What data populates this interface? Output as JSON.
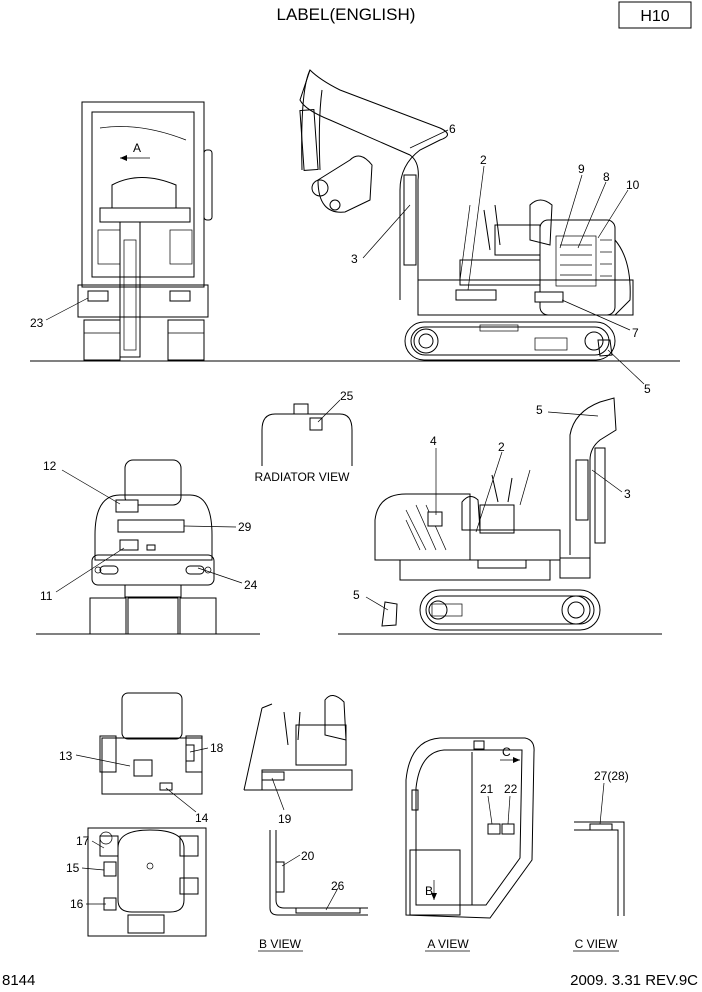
{
  "header": {
    "title": "LABEL(ENGLISH)",
    "sheet_code": "H10"
  },
  "footer": {
    "drawing_number": "8144",
    "date_revision": "2009. 3.31 REV.9C"
  },
  "view_labels": {
    "radiator": "RADIATOR VIEW",
    "b_view": "B VIEW",
    "a_view": "A VIEW",
    "c_view": "C VIEW"
  },
  "arrow_labels": {
    "a": "A",
    "b": "B",
    "c": "C"
  },
  "callouts": {
    "c2": "2",
    "c3": "3",
    "c4": "4",
    "c5": "5",
    "c6": "6",
    "c7": "7",
    "c8": "8",
    "c9": "9",
    "c10": "10",
    "c11": "11",
    "c12": "12",
    "c13": "13",
    "c14": "14",
    "c15": "15",
    "c16": "16",
    "c17": "17",
    "c18": "18",
    "c19": "19",
    "c20": "20",
    "c21": "21",
    "c22": "22",
    "c23": "23",
    "c24": "24",
    "c25": "25",
    "c26": "26",
    "c27": "27(28)",
    "c29": "29"
  }
}
